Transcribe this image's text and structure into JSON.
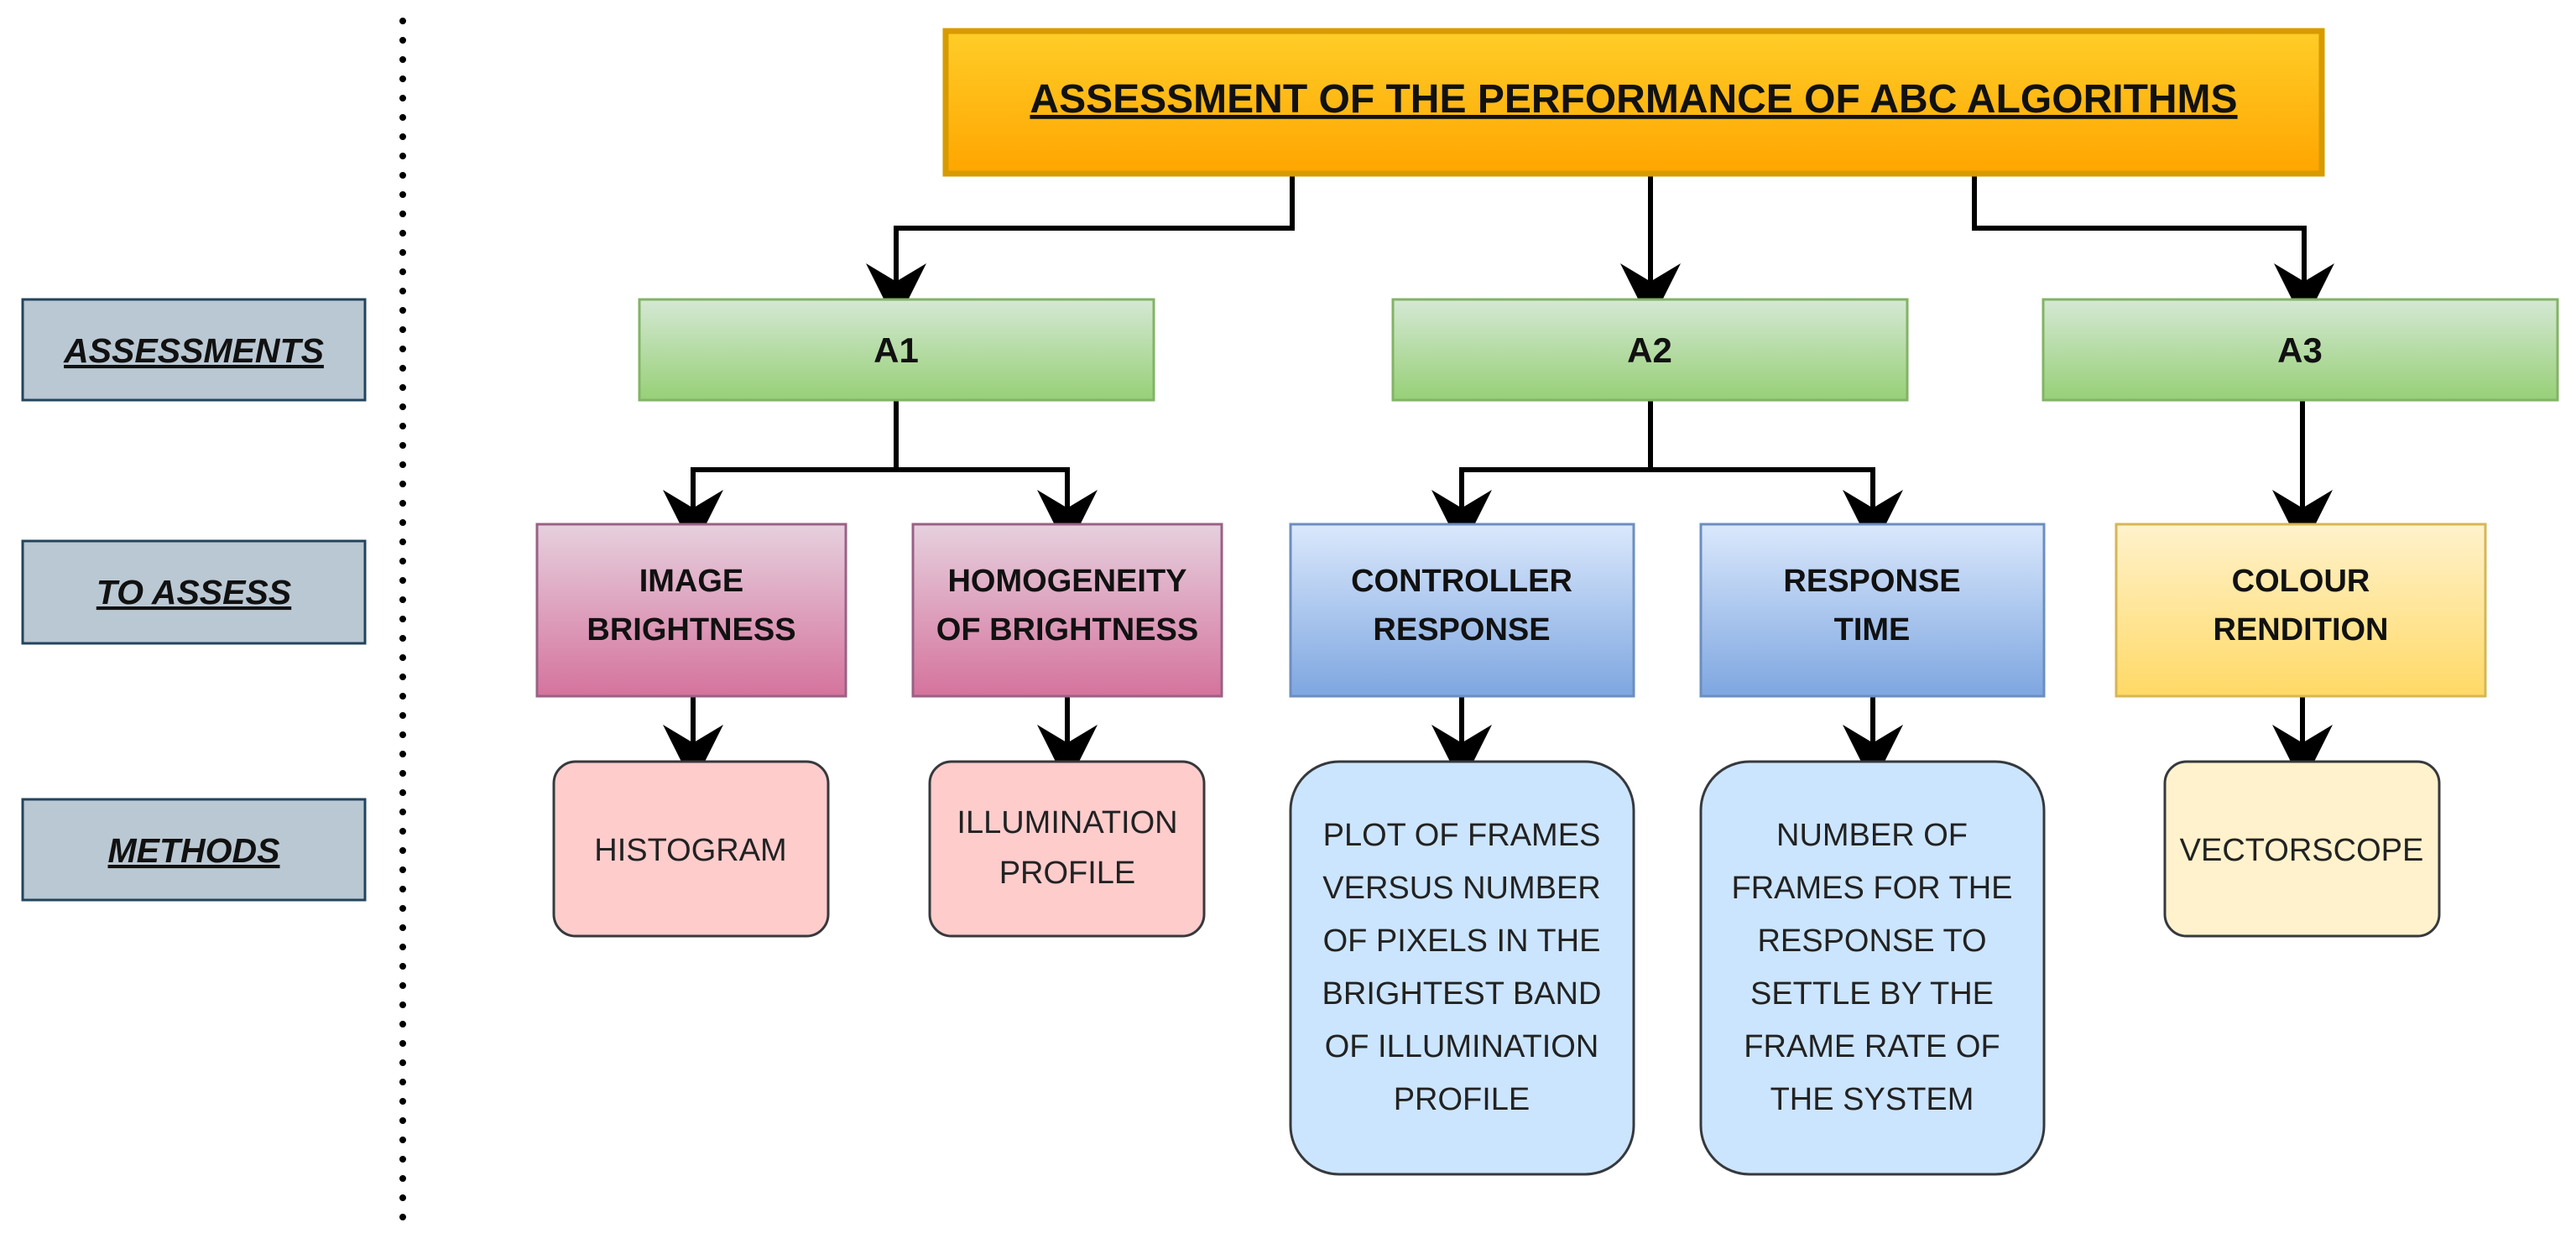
{
  "title": "ASSESSMENT OF THE PERFORMANCE OF ABC ALGORITHMS",
  "row_labels": {
    "assessments": "ASSESSMENTS",
    "to_assess": "TO ASSESS",
    "methods": "METHODS"
  },
  "assessments": [
    {
      "id": "a1",
      "label": "A1"
    },
    {
      "id": "a2",
      "label": "A2"
    },
    {
      "id": "a3",
      "label": "A3"
    }
  ],
  "to_assess": [
    {
      "id": "image-brightness",
      "parent": "a1",
      "lines": [
        "IMAGE",
        "BRIGHTNESS"
      ]
    },
    {
      "id": "homogeneity-of-brightness",
      "parent": "a1",
      "lines": [
        "HOMOGENEITY",
        "OF BRIGHTNESS"
      ]
    },
    {
      "id": "controller-response",
      "parent": "a2",
      "lines": [
        "CONTROLLER",
        "RESPONSE"
      ]
    },
    {
      "id": "response-time",
      "parent": "a2",
      "lines": [
        "RESPONSE",
        "TIME"
      ]
    },
    {
      "id": "colour-rendition",
      "parent": "a3",
      "lines": [
        "COLOUR",
        "RENDITION"
      ]
    }
  ],
  "methods": [
    {
      "id": "histogram",
      "parent": "image-brightness",
      "lines": [
        "HISTOGRAM"
      ]
    },
    {
      "id": "illumination-profile",
      "parent": "homogeneity-of-brightness",
      "lines": [
        "ILLUMINATION",
        "PROFILE"
      ]
    },
    {
      "id": "plot-of-frames",
      "parent": "controller-response",
      "lines": [
        "PLOT OF FRAMES",
        "VERSUS NUMBER",
        "OF PIXELS IN THE",
        "BRIGHTEST BAND",
        "OF ILLUMINATION",
        "PROFILE"
      ]
    },
    {
      "id": "number-of-frames",
      "parent": "response-time",
      "lines": [
        "NUMBER OF",
        "FRAMES FOR THE",
        "RESPONSE TO",
        "SETTLE BY THE",
        "FRAME RATE OF",
        "THE SYSTEM"
      ]
    },
    {
      "id": "vectorscope",
      "parent": "colour-rendition",
      "lines": [
        "VECTORSCOPE"
      ]
    }
  ],
  "colors": {
    "title_fill_top": "#ffcd28",
    "title_fill_bottom": "#ffa500",
    "title_stroke": "#d79b00",
    "row_label_fill": "#bac8d3",
    "row_label_stroke": "#23445d",
    "assessment_fill_top": "#d5e8d4",
    "assessment_fill_bottom": "#97d077",
    "assessment_stroke": "#82b366",
    "pink_fill_top": "#e6d0de",
    "pink_fill_bottom": "#d5739d",
    "pink_stroke": "#996185",
    "blue_fill_top": "#dae8fc",
    "blue_fill_bottom": "#7ea6e0",
    "blue_stroke": "#6c8ebf",
    "yellow_fill_top": "#fff2cc",
    "yellow_fill_bottom": "#ffd966",
    "yellow_stroke": "#d6b656",
    "method_pink_fill": "#ffcccc",
    "method_blue_fill": "#cce5ff",
    "method_yellow_fill": "#fff2cc",
    "method_stroke": "#36393d",
    "connector": "#000000"
  }
}
